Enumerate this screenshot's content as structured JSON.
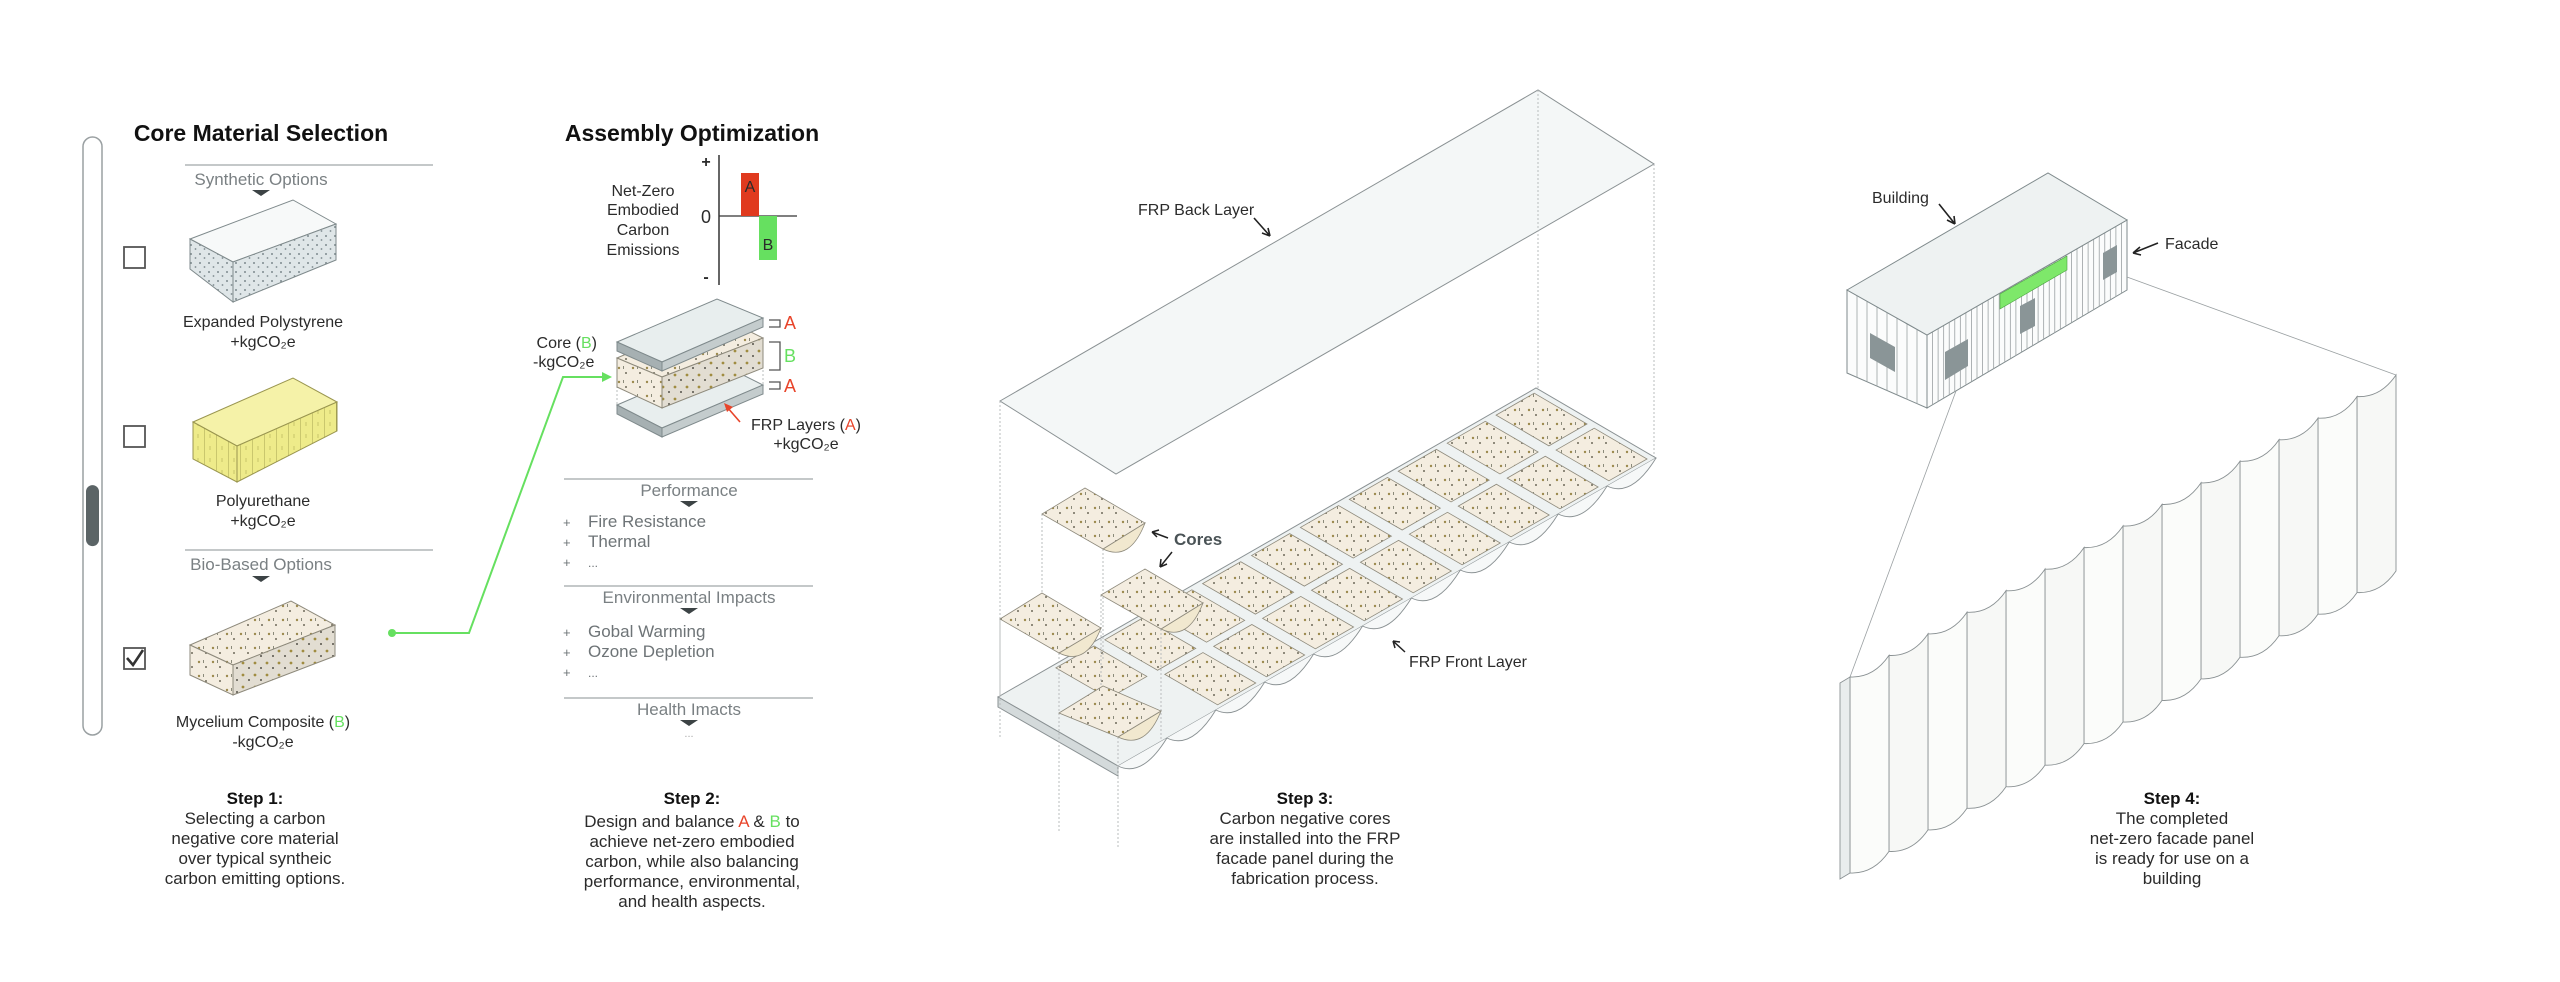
{
  "step1": {
    "title": "Core Material Selection",
    "synthetic_header": "Synthetic Options",
    "bio_header": "Bio-Based Options",
    "options": [
      {
        "name": "Expanded Polystyrene",
        "carbon": "+kgCO₂e",
        "checked": false
      },
      {
        "name": "Polyurethane",
        "carbon": "+kgCO₂e",
        "checked": false
      },
      {
        "name_prefix": "Mycelium Composite (",
        "name_highlight": "B",
        "name_suffix": ")",
        "carbon": "-kgCO₂e",
        "checked": true
      }
    ],
    "caption_title": "Step 1:",
    "caption_lines": [
      "Selecting a carbon",
      "negative core material",
      "over typical syntheic",
      "carbon emitting options."
    ],
    "scroll_position": 0.65
  },
  "step2": {
    "title": "Assembly Optimization",
    "chart_label_lines": [
      "Net-Zero",
      "Embodied",
      "Carbon",
      "Emissions"
    ],
    "axis_plus": "+",
    "axis_zero": "0",
    "axis_minus": "-",
    "bar_a": "A",
    "bar_b": "B",
    "core_label_prefix": "Core (",
    "core_label_highlight": "B",
    "core_label_suffix": ")",
    "core_carbon": "-kgCO₂e",
    "layer_a_top": "A",
    "layer_b": "B",
    "layer_a_bottom": "A",
    "frp_label_prefix": "FRP Layers (",
    "frp_label_highlight": "A",
    "frp_label_suffix": ")",
    "frp_carbon": "+kgCO₂e",
    "sections": [
      {
        "header": "Performance",
        "items": [
          "Fire Resistance",
          "Thermal",
          "..."
        ]
      },
      {
        "header": "Environmental Impacts",
        "items": [
          "Gobal Warming",
          "Ozone Depletion",
          "..."
        ]
      },
      {
        "header": "Health Imacts",
        "items": [
          "..."
        ]
      }
    ],
    "bullet": "+",
    "caption_title": "Step 2:",
    "caption_line1_prefix": "Design and balance ",
    "caption_line1_a": "A",
    "caption_line1_amp": " & ",
    "caption_line1_b": "B",
    "caption_line1_suffix": " to",
    "caption_lines": [
      "achieve net-zero embodied",
      "carbon, while also balancing",
      "performance, environmental,",
      "and health aspects."
    ]
  },
  "step3": {
    "back_layer_label": "FRP Back Layer",
    "cores_label": "Cores",
    "front_layer_label": "FRP Front Layer",
    "caption_title": "Step 3:",
    "caption_lines": [
      "Carbon negative cores",
      "are installed into the FRP",
      "facade panel during the",
      "fabrication process."
    ]
  },
  "step4": {
    "building_label": "Building",
    "facade_label": "Facade",
    "caption_title": "Step 4:",
    "caption_lines": [
      "The completed",
      "net-zero facade panel",
      "is ready for use on a",
      "building"
    ]
  },
  "colors": {
    "a": "#e03a1e",
    "b": "#66e060",
    "text": "#2b2b2b",
    "muted": "#7a8083"
  }
}
